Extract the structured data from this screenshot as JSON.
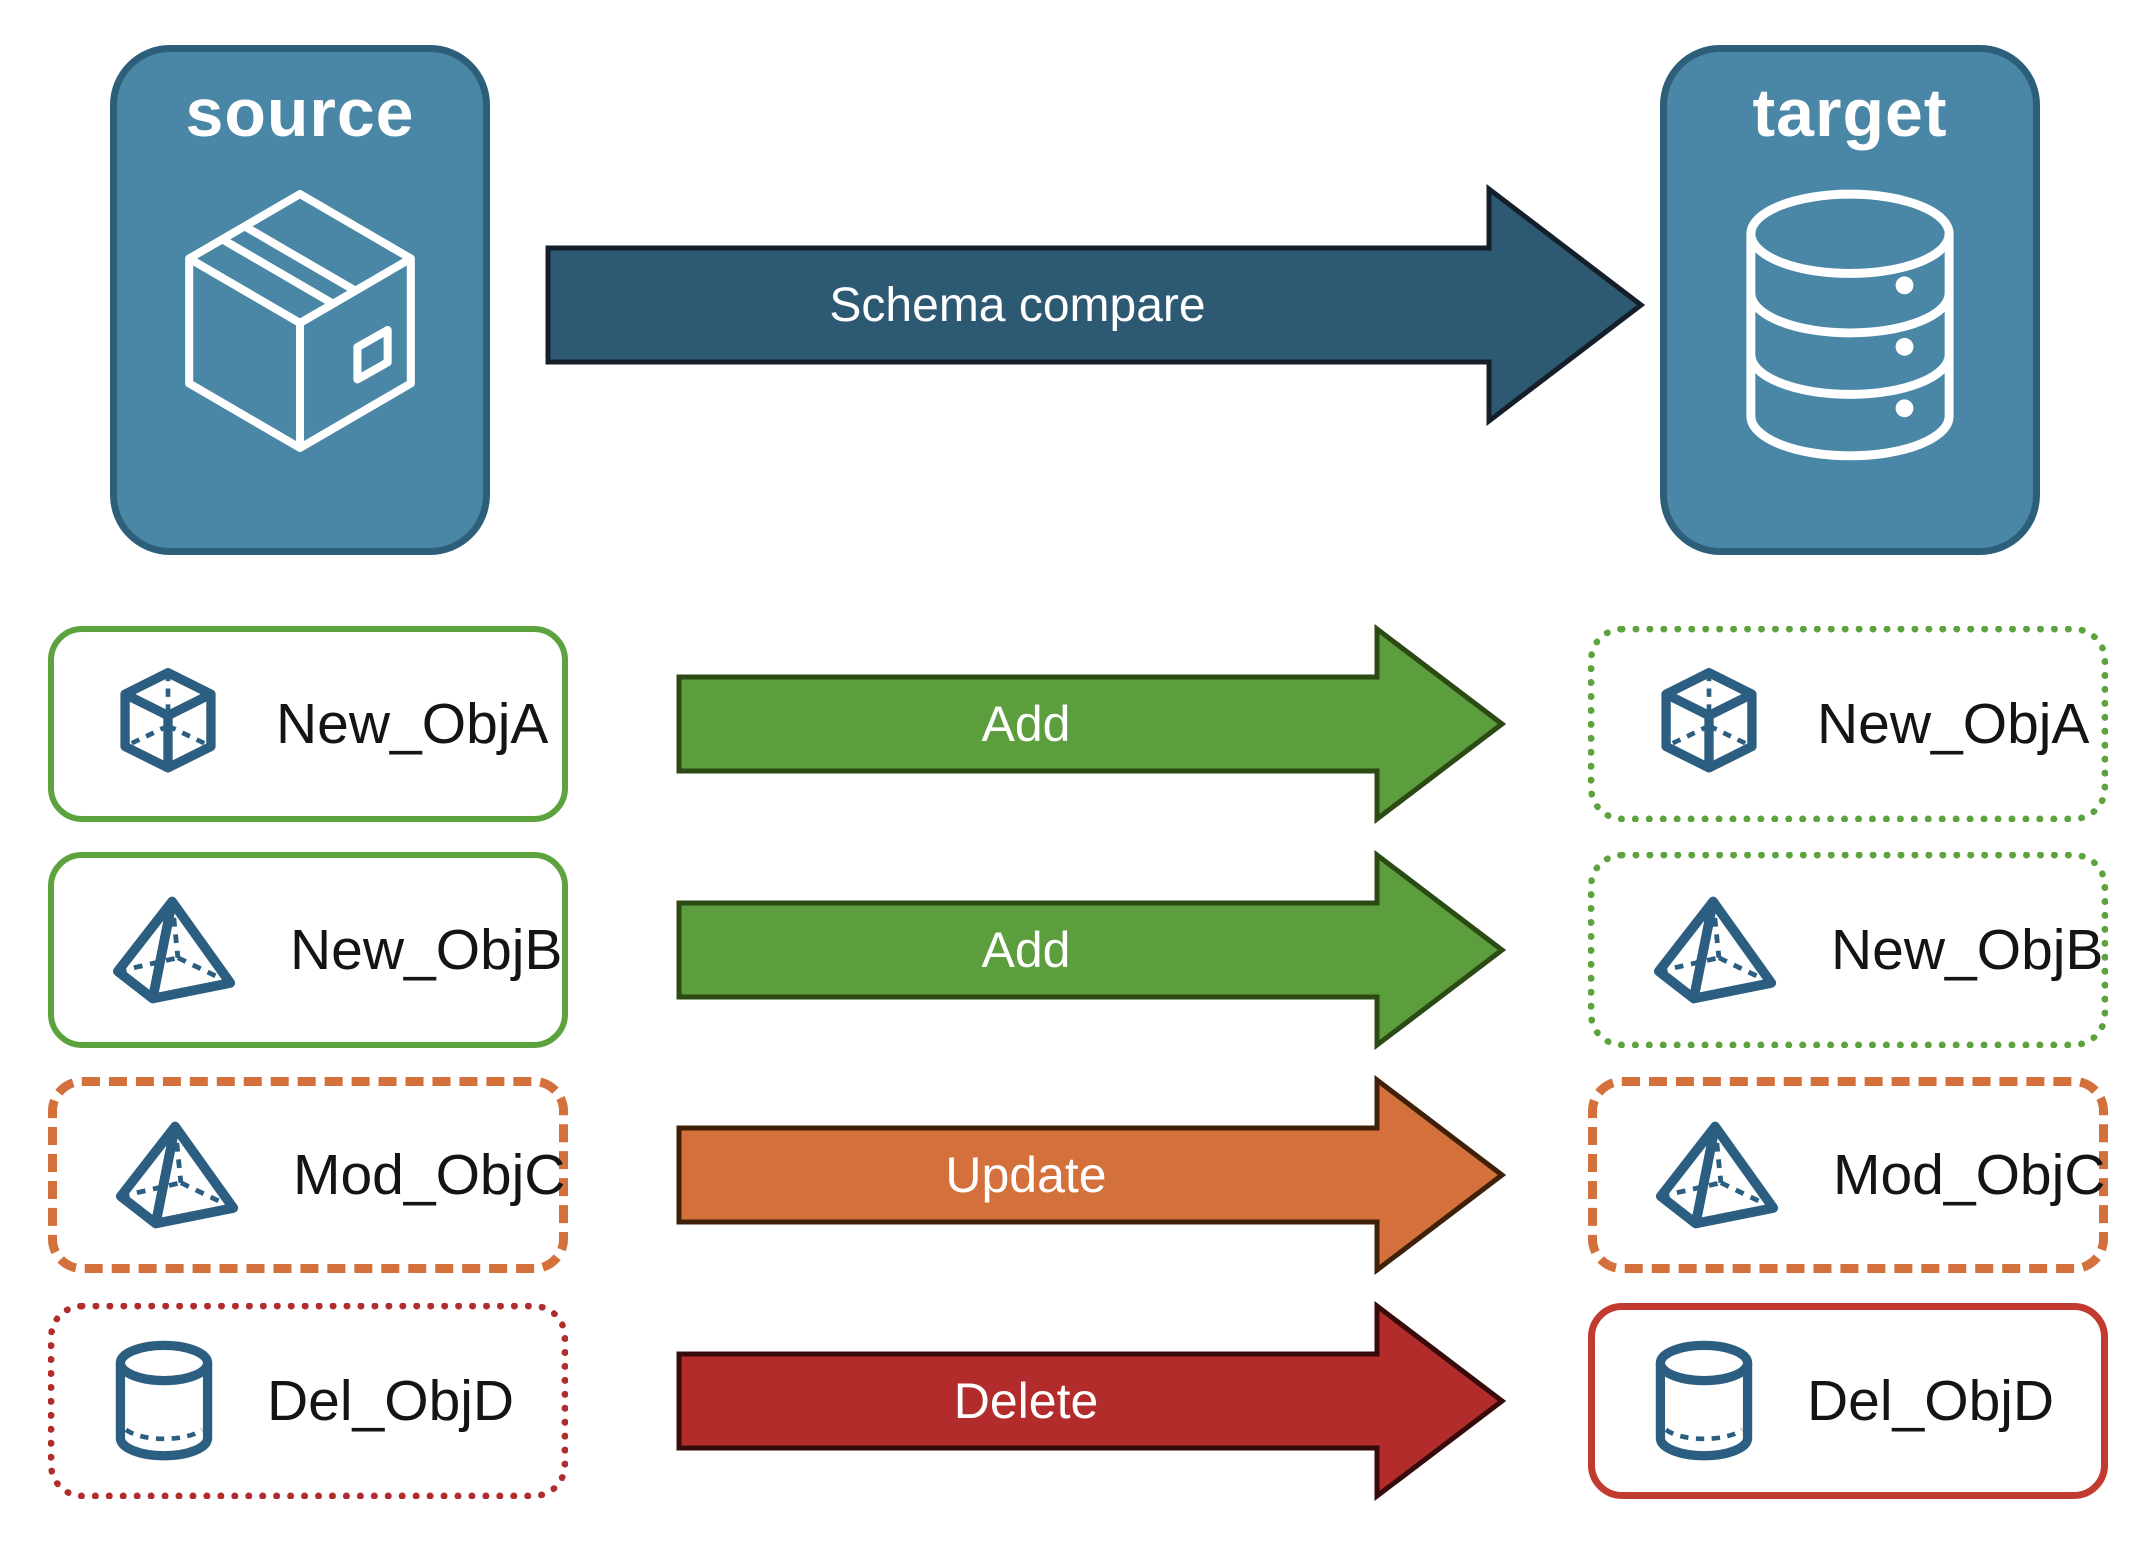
{
  "source": {
    "label": "source",
    "icon": "package-box-icon"
  },
  "target": {
    "label": "target",
    "icon": "database-icon"
  },
  "compare_arrow": {
    "label": "Schema compare"
  },
  "rows": [
    {
      "name": "New_ObjA",
      "action": "Add",
      "change": "add",
      "icon": "cube-icon"
    },
    {
      "name": "New_ObjB",
      "action": "Add",
      "change": "add",
      "icon": "pyramid-icon"
    },
    {
      "name": "Mod_ObjC",
      "action": "Update",
      "change": "update",
      "icon": "pyramid-icon"
    },
    {
      "name": "Del_ObjD",
      "action": "Delete",
      "change": "delete",
      "icon": "cylinder-icon"
    }
  ],
  "colors": {
    "node_fill": "#4A87A6",
    "node_border": "#2E5F7A",
    "compare_arrow_fill": "#2E5973",
    "add_arrow_fill": "#5C9D3D",
    "update_arrow_fill": "#D3703B",
    "delete_arrow_fill": "#B22C2C",
    "green_border": "#5DA33D",
    "orange_border": "#D3703B",
    "red_dotted_border": "#B12C2C",
    "red_solid_border": "#C13B30",
    "icon_blue": "#2B5E80"
  }
}
